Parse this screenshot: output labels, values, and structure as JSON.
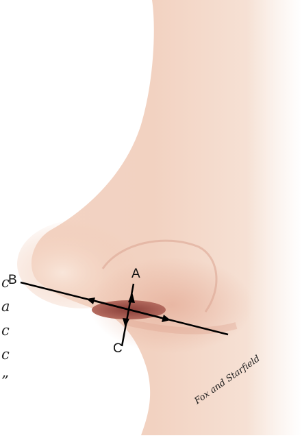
{
  "labels": {
    "point_a": "A",
    "point_b": "B",
    "point_c": "C"
  },
  "signature": "Fox and Starfield",
  "margin_fragments": [
    "c",
    "a",
    "c",
    "c",
    "”"
  ],
  "colors": {
    "skin_light": "#f6e3d6",
    "skin_mid": "#eec6b2",
    "skin_shadow": "#d99a86",
    "nostril": "#9a4f47",
    "line": "#000000"
  }
}
